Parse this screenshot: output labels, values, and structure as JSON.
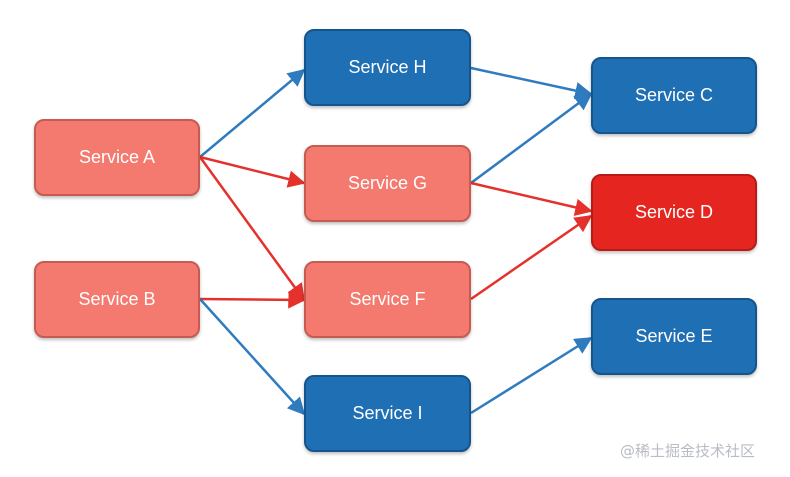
{
  "services": {
    "a": {
      "label": "Service A",
      "status": "failing",
      "color": "#f47a6f"
    },
    "b": {
      "label": "Service B",
      "status": "failing",
      "color": "#f47a6f"
    },
    "c": {
      "label": "Service C",
      "status": "healthy",
      "color": "#1f6fb4"
    },
    "d": {
      "label": "Service D",
      "status": "failed",
      "color": "#e52620"
    },
    "e": {
      "label": "Service E",
      "status": "healthy",
      "color": "#1f6fb4"
    },
    "f": {
      "label": "Service F",
      "status": "failing",
      "color": "#f47a6f"
    },
    "g": {
      "label": "Service G",
      "status": "failing",
      "color": "#f47a6f"
    },
    "h": {
      "label": "Service H",
      "status": "healthy",
      "color": "#1f6fb4"
    },
    "i": {
      "label": "Service I",
      "status": "healthy",
      "color": "#1f6fb4"
    }
  },
  "edges": [
    {
      "from": "a",
      "to": "h",
      "kind": "healthy"
    },
    {
      "from": "a",
      "to": "g",
      "kind": "failing"
    },
    {
      "from": "a",
      "to": "f",
      "kind": "failing"
    },
    {
      "from": "b",
      "to": "f",
      "kind": "failing"
    },
    {
      "from": "b",
      "to": "i",
      "kind": "healthy"
    },
    {
      "from": "h",
      "to": "c",
      "kind": "healthy"
    },
    {
      "from": "g",
      "to": "c",
      "kind": "healthy"
    },
    {
      "from": "g",
      "to": "d",
      "kind": "failing"
    },
    {
      "from": "f",
      "to": "d",
      "kind": "failing"
    },
    {
      "from": "i",
      "to": "e",
      "kind": "healthy"
    }
  ],
  "colors": {
    "healthy_edge": "#2f7bbf",
    "failing_edge": "#e5312b"
  },
  "watermark": "@稀土掘金技术社区"
}
